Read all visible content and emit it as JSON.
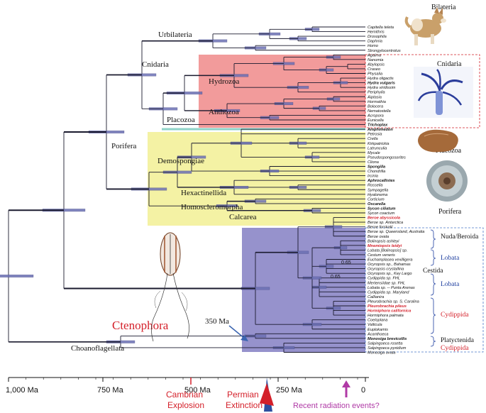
{
  "clades": {
    "bilateria": "Bilateria",
    "urbilateria": "Urbilateria",
    "cnidaria": "Cnidaria",
    "cnidaria_right": "Cnidaria",
    "hydrozoa": "Hydrozoa",
    "anthozoa": "Anthozoa",
    "placozoa": "Placozoa",
    "placozoa_right": "Placozoa",
    "porifera": "Porifera",
    "porifera_right": "Porifera",
    "demospongiae": "Demospongiae",
    "hexactinellida": "Hexactinellida",
    "homoscleromorpha": "Homoscleromorpha",
    "calcarea": "Calcarea",
    "ctenophora": "Ctenophora",
    "choanoflagellata": "Choanoflagellata"
  },
  "ctenophore_groups": {
    "nuda": "Nuda/Beroida",
    "lobata1": "Lobata",
    "cestida": "Cestida",
    "lobata2": "Lobata",
    "cydippida1": "Cydippida",
    "platyctenida": "Platyctenida",
    "cydippida2": "Cydippida"
  },
  "node_support": {
    "a": "0.65",
    "b": "0.65"
  },
  "age_label": "350 Ma",
  "axis": {
    "ticks": [
      "1,000 Ma",
      "750 Ma",
      "500 Ma",
      "250 Ma",
      "0"
    ]
  },
  "events": {
    "cambrian": "Cambrian\nExplosion",
    "permian": "Permian\nExtinction",
    "recent": "Recent radiation events?"
  },
  "colors": {
    "hydrozoa_box": "#f08a8a",
    "porifera_box": "#f3f19a",
    "ctenophora_box": "#8b86c6",
    "placozoa_line": "#8fd3c8",
    "bar": "#6b6fb3",
    "event_red": "#d4202a",
    "recent_purple": "#b03aa6",
    "group_blue": "#2040a0"
  },
  "taxa": [
    {
      "name": "Capitella teleta",
      "style": ""
    },
    {
      "name": "Hemithris",
      "style": ""
    },
    {
      "name": "Drosophila",
      "style": ""
    },
    {
      "name": "Daphnia",
      "style": ""
    },
    {
      "name": "Homo",
      "style": ""
    },
    {
      "name": "Strongylocentrotus",
      "style": ""
    },
    {
      "name": "Agalma",
      "style": ""
    },
    {
      "name": "Nanomia",
      "style": ""
    },
    {
      "name": "Abylopsis",
      "style": ""
    },
    {
      "name": "Craseo",
      "style": ""
    },
    {
      "name": "Physalia",
      "style": ""
    },
    {
      "name": "Hydra oligactis",
      "style": ""
    },
    {
      "name": "Hydra vulgaris",
      "style": "bold"
    },
    {
      "name": "Hydra viridissim",
      "style": ""
    },
    {
      "name": "Periphylla",
      "style": ""
    },
    {
      "name": "Aiptasia",
      "style": ""
    },
    {
      "name": "Hormathia",
      "style": ""
    },
    {
      "name": "Bolocera",
      "style": ""
    },
    {
      "name": "Nematostella",
      "style": ""
    },
    {
      "name": "Acropora",
      "style": ""
    },
    {
      "name": "Eunicella",
      "style": ""
    },
    {
      "name": "Trichoplax",
      "style": "bold"
    },
    {
      "name": "Amphimedon",
      "style": "bold"
    },
    {
      "name": "Petrosia",
      "style": ""
    },
    {
      "name": "Crella",
      "style": ""
    },
    {
      "name": "Kirkpatrickia",
      "style": ""
    },
    {
      "name": "Latrunculia",
      "style": ""
    },
    {
      "name": "Mycale",
      "style": ""
    },
    {
      "name": "Pseudospongosorites",
      "style": ""
    },
    {
      "name": "Cliona",
      "style": ""
    },
    {
      "name": "Spongilla",
      "style": "bold"
    },
    {
      "name": "Chondrilla",
      "style": ""
    },
    {
      "name": "Ircinia",
      "style": ""
    },
    {
      "name": "Aphrocallistes",
      "style": "bold"
    },
    {
      "name": "Rossella",
      "style": ""
    },
    {
      "name": "Sympagella",
      "style": ""
    },
    {
      "name": "Hyalonema",
      "style": ""
    },
    {
      "name": "Corticium",
      "style": ""
    },
    {
      "name": "Oscarella",
      "style": "bold"
    },
    {
      "name": "Sycon ciliatum",
      "style": "bold"
    },
    {
      "name": "Sycon coactum",
      "style": ""
    },
    {
      "name": "Beroe abyssicola",
      "style": "red"
    },
    {
      "name": "Beroe sp. Antarctica",
      "style": ""
    },
    {
      "name": "Beroe forskalii",
      "style": ""
    },
    {
      "name": "Beroe sp. Queensland, Australia",
      "style": ""
    },
    {
      "name": "Beroe ovata",
      "style": ""
    },
    {
      "name": "Bolinopsis ashleyi",
      "style": ""
    },
    {
      "name": "Mnemiopsis leidyi",
      "style": "red"
    },
    {
      "name": "Lobata [Bolinopsis] sp.",
      "style": ""
    },
    {
      "name": "Cestum veneris",
      "style": ""
    },
    {
      "name": "Euchamplasea vexilligera",
      "style": ""
    },
    {
      "name": "Ocyropsis sp., Bahamas",
      "style": ""
    },
    {
      "name": "Ocyropsis crystallina",
      "style": ""
    },
    {
      "name": "Ocyropsis sp., Key Largo",
      "style": ""
    },
    {
      "name": "Cydippida sp. FHL",
      "style": ""
    },
    {
      "name": "Mertensiidae sp. FHL",
      "style": ""
    },
    {
      "name": "Lobata sp. -- Punta Arenas",
      "style": ""
    },
    {
      "name": "Cydippida sp. Maryland",
      "style": ""
    },
    {
      "name": "Callianira",
      "style": ""
    },
    {
      "name": "Pleurobrachia sp. S. Carolina",
      "style": ""
    },
    {
      "name": "Pleurobrachia pileus",
      "style": "red"
    },
    {
      "name": "Hormiphora californica",
      "style": "red"
    },
    {
      "name": "Hormiphora palmata",
      "style": ""
    },
    {
      "name": "Coeloplana",
      "style": ""
    },
    {
      "name": "Vallicula",
      "style": ""
    },
    {
      "name": "Euplokamis",
      "style": ""
    },
    {
      "name": "Acanthoeca",
      "style": ""
    },
    {
      "name": "Monosiga brevicollis",
      "style": "bold"
    },
    {
      "name": "Salpingoeca rosetta",
      "style": ""
    },
    {
      "name": "Salpingoeca pyxidium",
      "style": ""
    },
    {
      "name": "Monosiga ovata",
      "style": ""
    }
  ]
}
